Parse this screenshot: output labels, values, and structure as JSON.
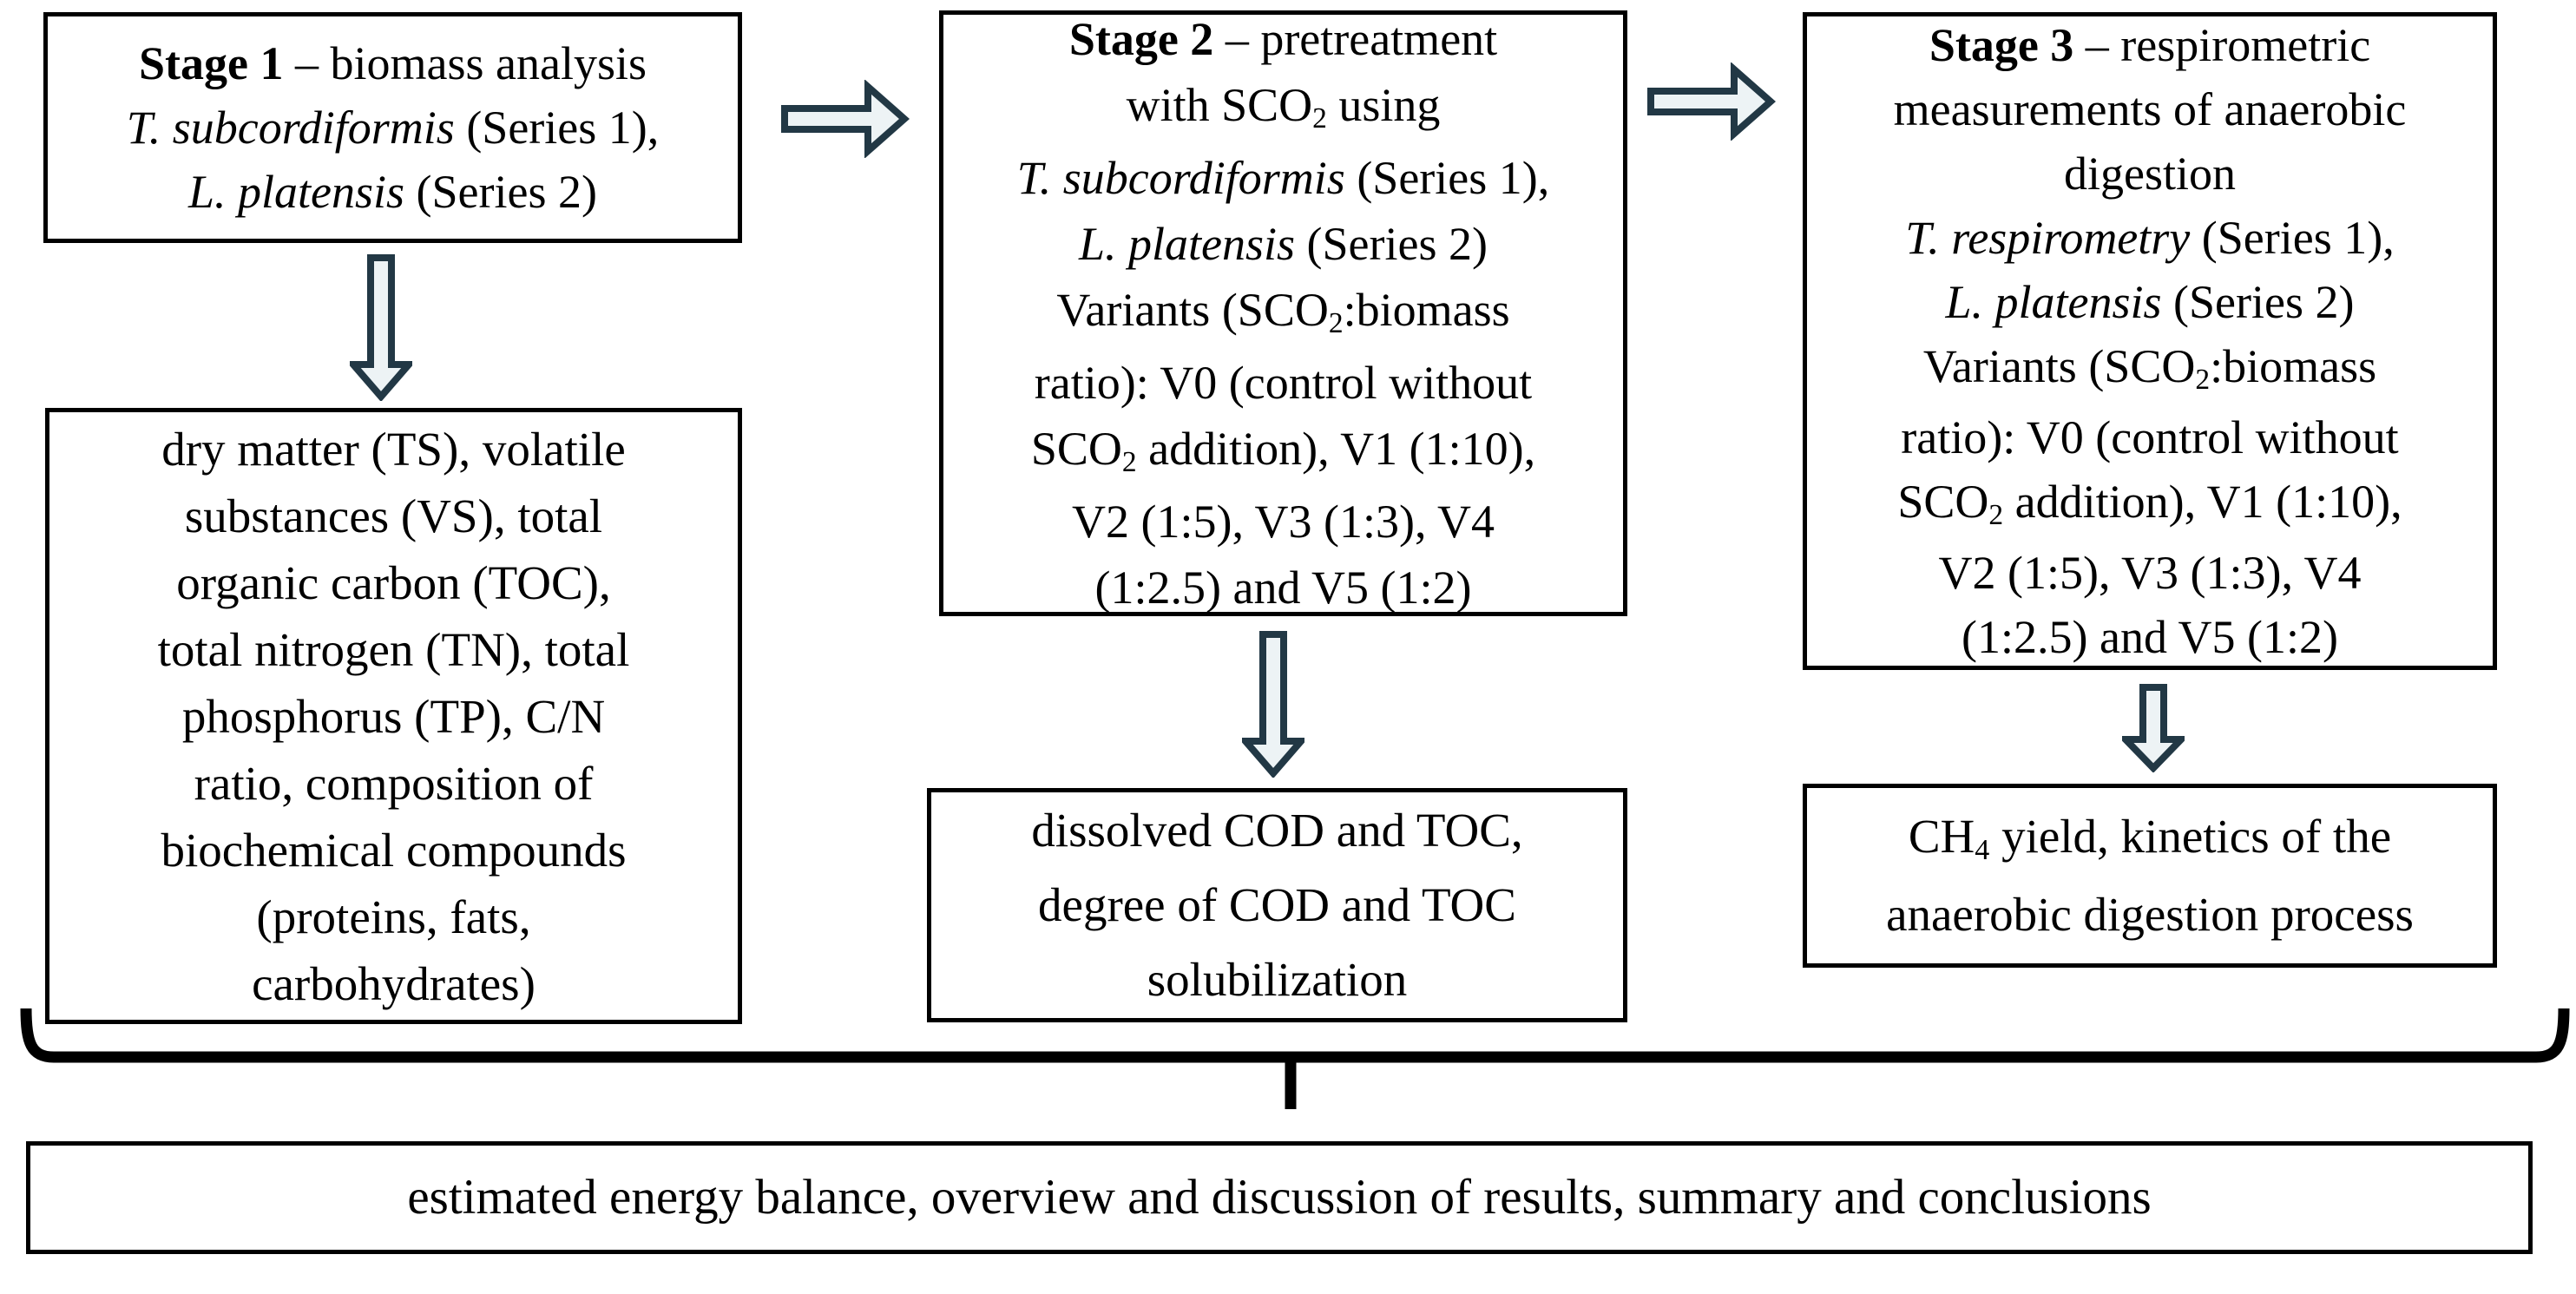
{
  "colors": {
    "background": "#ffffff",
    "box_border": "#000000",
    "text": "#000000",
    "arrow_outline": "#223845",
    "arrow_fill": "#edf3f5",
    "brace": "#000000"
  },
  "diagram": {
    "stage1": {
      "lines": [
        [
          {
            "t": "Stage 1",
            "b": true
          },
          {
            "t": " – biomass analysis"
          }
        ],
        [
          {
            "t": "T. subcordiformis",
            "i": true
          },
          {
            "t": " (Series 1),"
          }
        ],
        [
          {
            "t": "L. platensis",
            "i": true
          },
          {
            "t": " (Series 2)"
          }
        ]
      ]
    },
    "stage2": {
      "lines": [
        [
          {
            "t": "Stage 2",
            "b": true
          },
          {
            "t": " – pretreatment"
          }
        ],
        [
          {
            "t": "with SCO"
          },
          {
            "t": "2",
            "s": true
          },
          {
            "t": " using"
          }
        ],
        [
          {
            "t": "T. subcordiformis",
            "i": true
          },
          {
            "t": " (Series 1),"
          }
        ],
        [
          {
            "t": "L. platensis",
            "i": true
          },
          {
            "t": " (Series 2)"
          }
        ],
        [
          {
            "t": "Variants (SCO"
          },
          {
            "t": "2",
            "s": true
          },
          {
            "t": ":biomass"
          }
        ],
        [
          {
            "t": "ratio): V0 (control without"
          }
        ],
        [
          {
            "t": "SCO"
          },
          {
            "t": "2",
            "s": true
          },
          {
            "t": " addition), V1 (1:10),"
          }
        ],
        [
          {
            "t": "V2 (1:5), V3 (1:3), V4"
          }
        ],
        [
          {
            "t": "(1:2.5) and V5 (1:2)"
          }
        ]
      ]
    },
    "stage3": {
      "lines": [
        [
          {
            "t": "Stage 3",
            "b": true
          },
          {
            "t": " – respirometric"
          }
        ],
        [
          {
            "t": "measurements of anaerobic"
          }
        ],
        [
          {
            "t": "digestion"
          }
        ],
        [
          {
            "t": "T. respirometry",
            "i": true
          },
          {
            "t": " (Series 1),"
          }
        ],
        [
          {
            "t": "L. platensis",
            "i": true
          },
          {
            "t": " (Series 2)"
          }
        ],
        [
          {
            "t": "Variants (SCO"
          },
          {
            "t": "2",
            "s": true
          },
          {
            "t": ":biomass"
          }
        ],
        [
          {
            "t": "ratio): V0 (control without"
          }
        ],
        [
          {
            "t": "SCO"
          },
          {
            "t": "2",
            "s": true
          },
          {
            "t": " addition), V1 (1:10),"
          }
        ],
        [
          {
            "t": "V2 (1:5), V3 (1:3), V4"
          }
        ],
        [
          {
            "t": "(1:2.5) and V5 (1:2)"
          }
        ]
      ]
    },
    "stage1_outputs": {
      "lines": [
        [
          {
            "t": "dry matter (TS), volatile"
          }
        ],
        [
          {
            "t": "substances (VS), total"
          }
        ],
        [
          {
            "t": "organic carbon (TOC),"
          }
        ],
        [
          {
            "t": "total nitrogen (TN), total"
          }
        ],
        [
          {
            "t": "phosphorus (TP), C/N"
          }
        ],
        [
          {
            "t": "ratio, composition of"
          }
        ],
        [
          {
            "t": "biochemical compounds"
          }
        ],
        [
          {
            "t": "(proteins, fats,"
          }
        ],
        [
          {
            "t": "carbohydrates)"
          }
        ]
      ]
    },
    "stage2_outputs": {
      "lines": [
        [
          {
            "t": "dissolved COD and TOC,"
          }
        ],
        [
          {
            "t": "degree of COD and TOC"
          }
        ],
        [
          {
            "t": "solubilization"
          }
        ]
      ]
    },
    "stage3_outputs": {
      "lines": [
        [
          {
            "t": "CH"
          },
          {
            "t": "4",
            "s": true
          },
          {
            "t": " yield, kinetics of the"
          }
        ],
        [
          {
            "t": "anaerobic digestion process"
          }
        ]
      ]
    },
    "summary": {
      "text": "estimated energy balance, overview and discussion of results, summary and conclusions"
    }
  }
}
